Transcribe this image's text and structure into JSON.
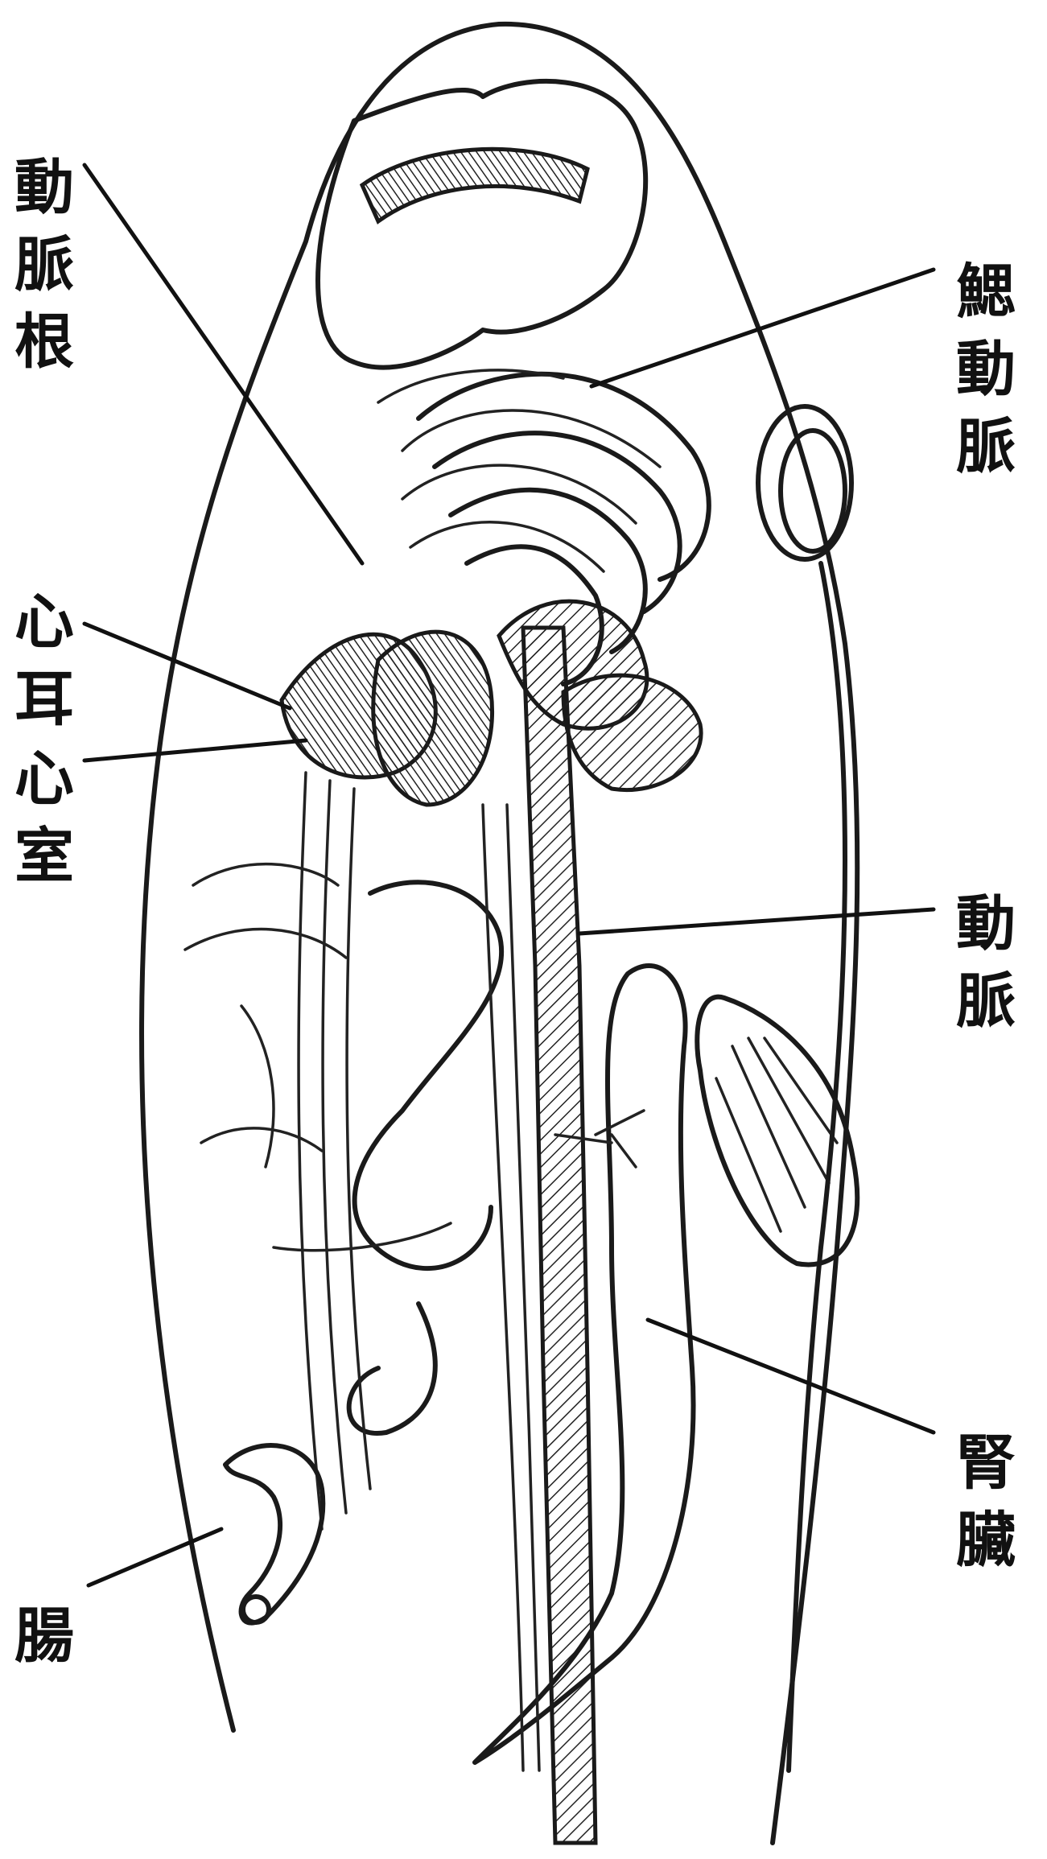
{
  "labels": {
    "aortic_root": "動脈根",
    "gill_artery": "鰓動脈",
    "atrium": "心耳",
    "ventricle": "心室",
    "artery": "動脈",
    "kidney": "腎臟",
    "intestine": "腸"
  }
}
